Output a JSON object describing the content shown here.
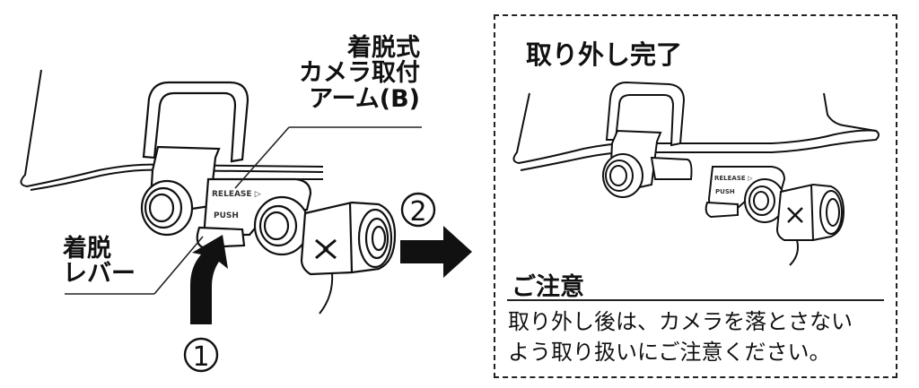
{
  "left_panel": {
    "callouts": {
      "arm_label_lines": [
        "着脱式",
        "カメラ取付",
        "アーム(B)"
      ],
      "lever_label_lines": [
        "着脱",
        "レバー"
      ]
    },
    "device_markings": {
      "release": "RELEASE ▷",
      "push": "PUSH"
    },
    "steps": {
      "step1": "①",
      "step2": "②"
    },
    "step_actions": {
      "step1": "push lever up (arrow-up-curved)",
      "step2": "slide camera out (arrow-right)"
    }
  },
  "right_panel": {
    "title": "取り外し完了",
    "notice": {
      "title": "ご注意",
      "lines": [
        "取り外し後は、カメラを落とさない",
        "よう取り扱いにご注意ください。"
      ]
    }
  },
  "colors": {
    "ink": "#111111",
    "background": "#ffffff"
  }
}
